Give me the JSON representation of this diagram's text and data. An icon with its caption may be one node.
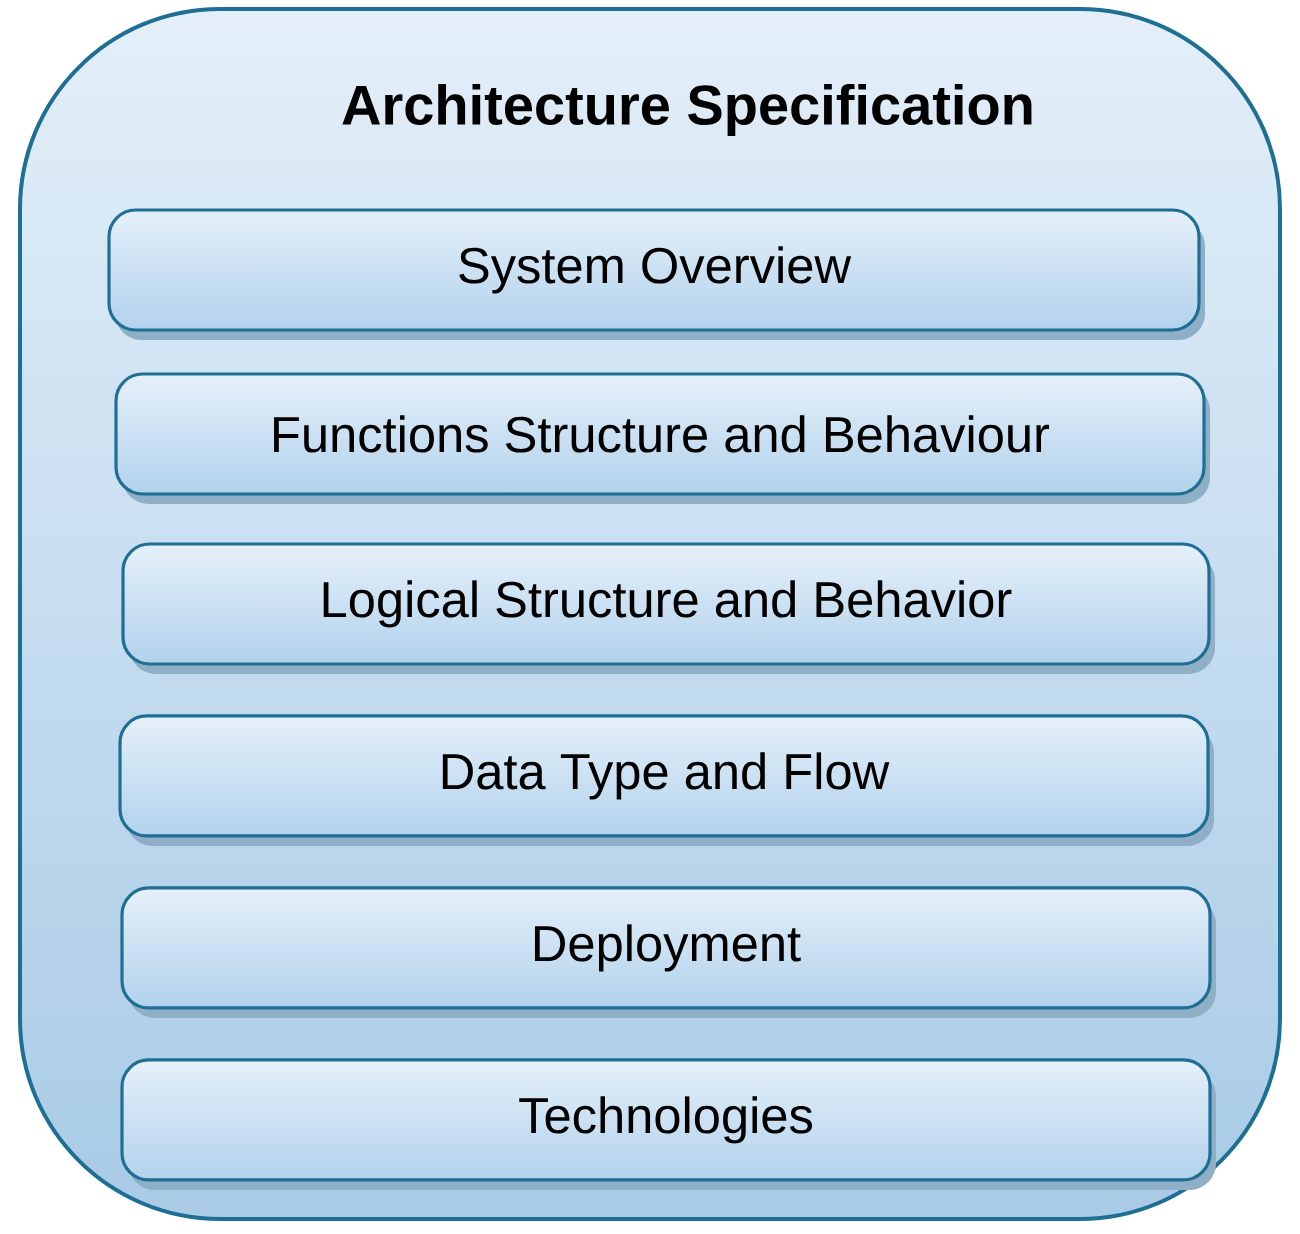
{
  "diagram": {
    "nodes": [
      {
        "text": [
          "Architecture Specification"
        ]
      },
      {
        "text": [
          "System Overview"
        ],
        "in": 0
      },
      {
        "text": [
          "Functions Structure and Behaviour"
        ],
        "in": 0
      },
      {
        "text": [
          "Logical Structure and Behavior"
        ],
        "in": 0
      },
      {
        "text": [
          "Data Type and Flow"
        ],
        "in": 0
      },
      {
        "text": [
          "Deployment"
        ],
        "in": 0
      },
      {
        "text": [
          "Technologies"
        ],
        "in": 0
      }
    ]
  }
}
